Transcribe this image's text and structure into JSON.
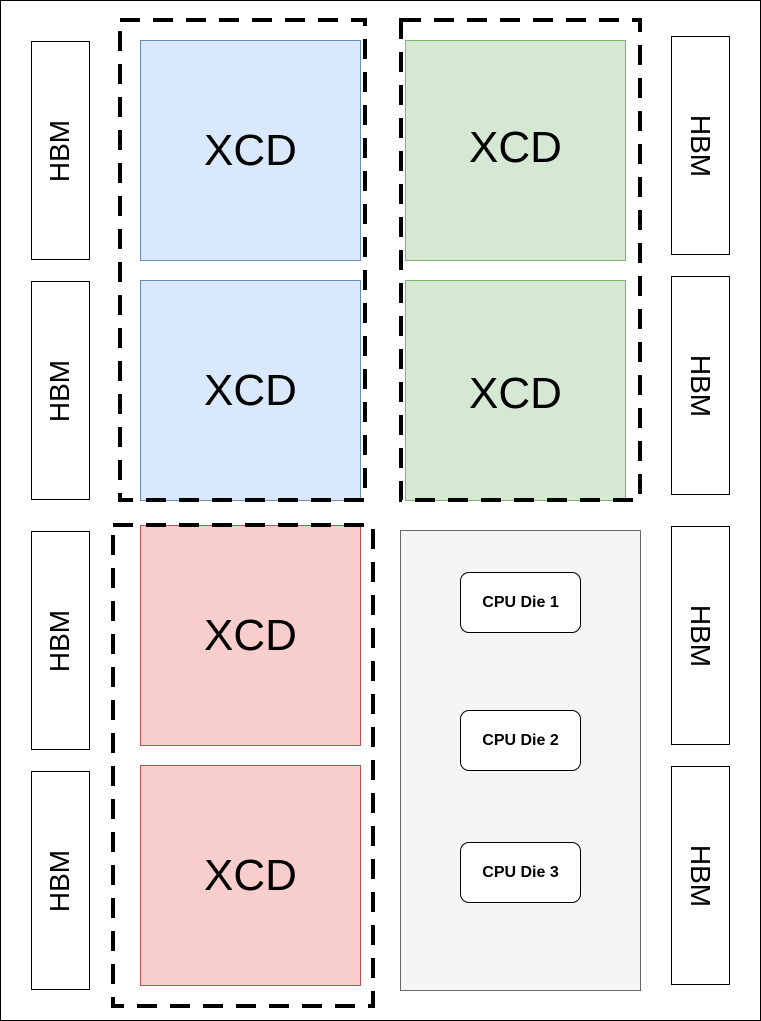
{
  "diagram": {
    "hbm_stacks": [
      {
        "label": "HBM",
        "side": "left"
      },
      {
        "label": "HBM",
        "side": "left"
      },
      {
        "label": "HBM",
        "side": "left"
      },
      {
        "label": "HBM",
        "side": "left"
      },
      {
        "label": "HBM",
        "side": "right"
      },
      {
        "label": "HBM",
        "side": "right"
      },
      {
        "label": "HBM",
        "side": "right"
      },
      {
        "label": "HBM",
        "side": "right"
      }
    ],
    "xcds": [
      {
        "label": "XCD",
        "group": "blue"
      },
      {
        "label": "XCD",
        "group": "blue"
      },
      {
        "label": "XCD",
        "group": "green"
      },
      {
        "label": "XCD",
        "group": "green"
      },
      {
        "label": "XCD",
        "group": "red"
      },
      {
        "label": "XCD",
        "group": "red"
      }
    ],
    "cpu_dies": [
      {
        "label": "CPU Die 1"
      },
      {
        "label": "CPU Die 2"
      },
      {
        "label": "CPU Die 3"
      }
    ],
    "colors": {
      "blue_fill": "#dae8fc",
      "green_fill": "#d5e8d4",
      "red_fill": "#f8cecc",
      "cpu_region_fill": "#f5f5f5",
      "dashed_border": "#000000"
    }
  }
}
